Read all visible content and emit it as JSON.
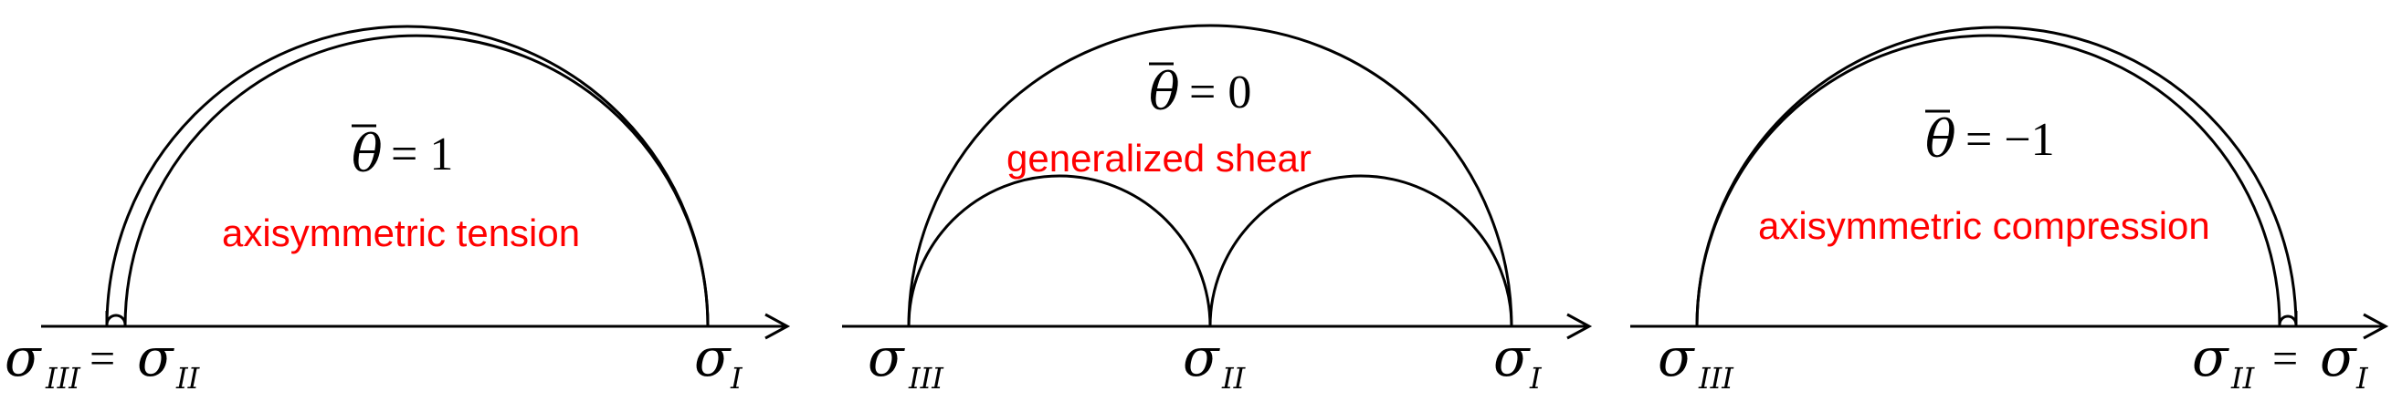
{
  "panels": [
    {
      "theta_symbol": "θ",
      "theta_eq": "= 1",
      "case_label": "axisymmetric tension",
      "axis_labels": {
        "left_sigma": "σ",
        "left_sub": "III",
        "left_eq": "=",
        "left2_sigma": "σ",
        "left2_sub": "II",
        "right_sigma": "σ",
        "right_sub": "I"
      }
    },
    {
      "theta_symbol": "θ",
      "theta_eq": "= 0",
      "case_label": "generalized shear",
      "axis_labels": {
        "left_sigma": "σ",
        "left_sub": "III",
        "mid_sigma": "σ",
        "mid_sub": "II",
        "right_sigma": "σ",
        "right_sub": "I"
      }
    },
    {
      "theta_symbol": "θ",
      "theta_eq": "= −1",
      "case_label": "axisymmetric compression",
      "axis_labels": {
        "left_sigma": "σ",
        "left_sub": "III",
        "right_sigma": "σ",
        "right_sub": "II",
        "right_eq": "=",
        "right2_sigma": "σ",
        "right2_sub": "I"
      }
    }
  ]
}
